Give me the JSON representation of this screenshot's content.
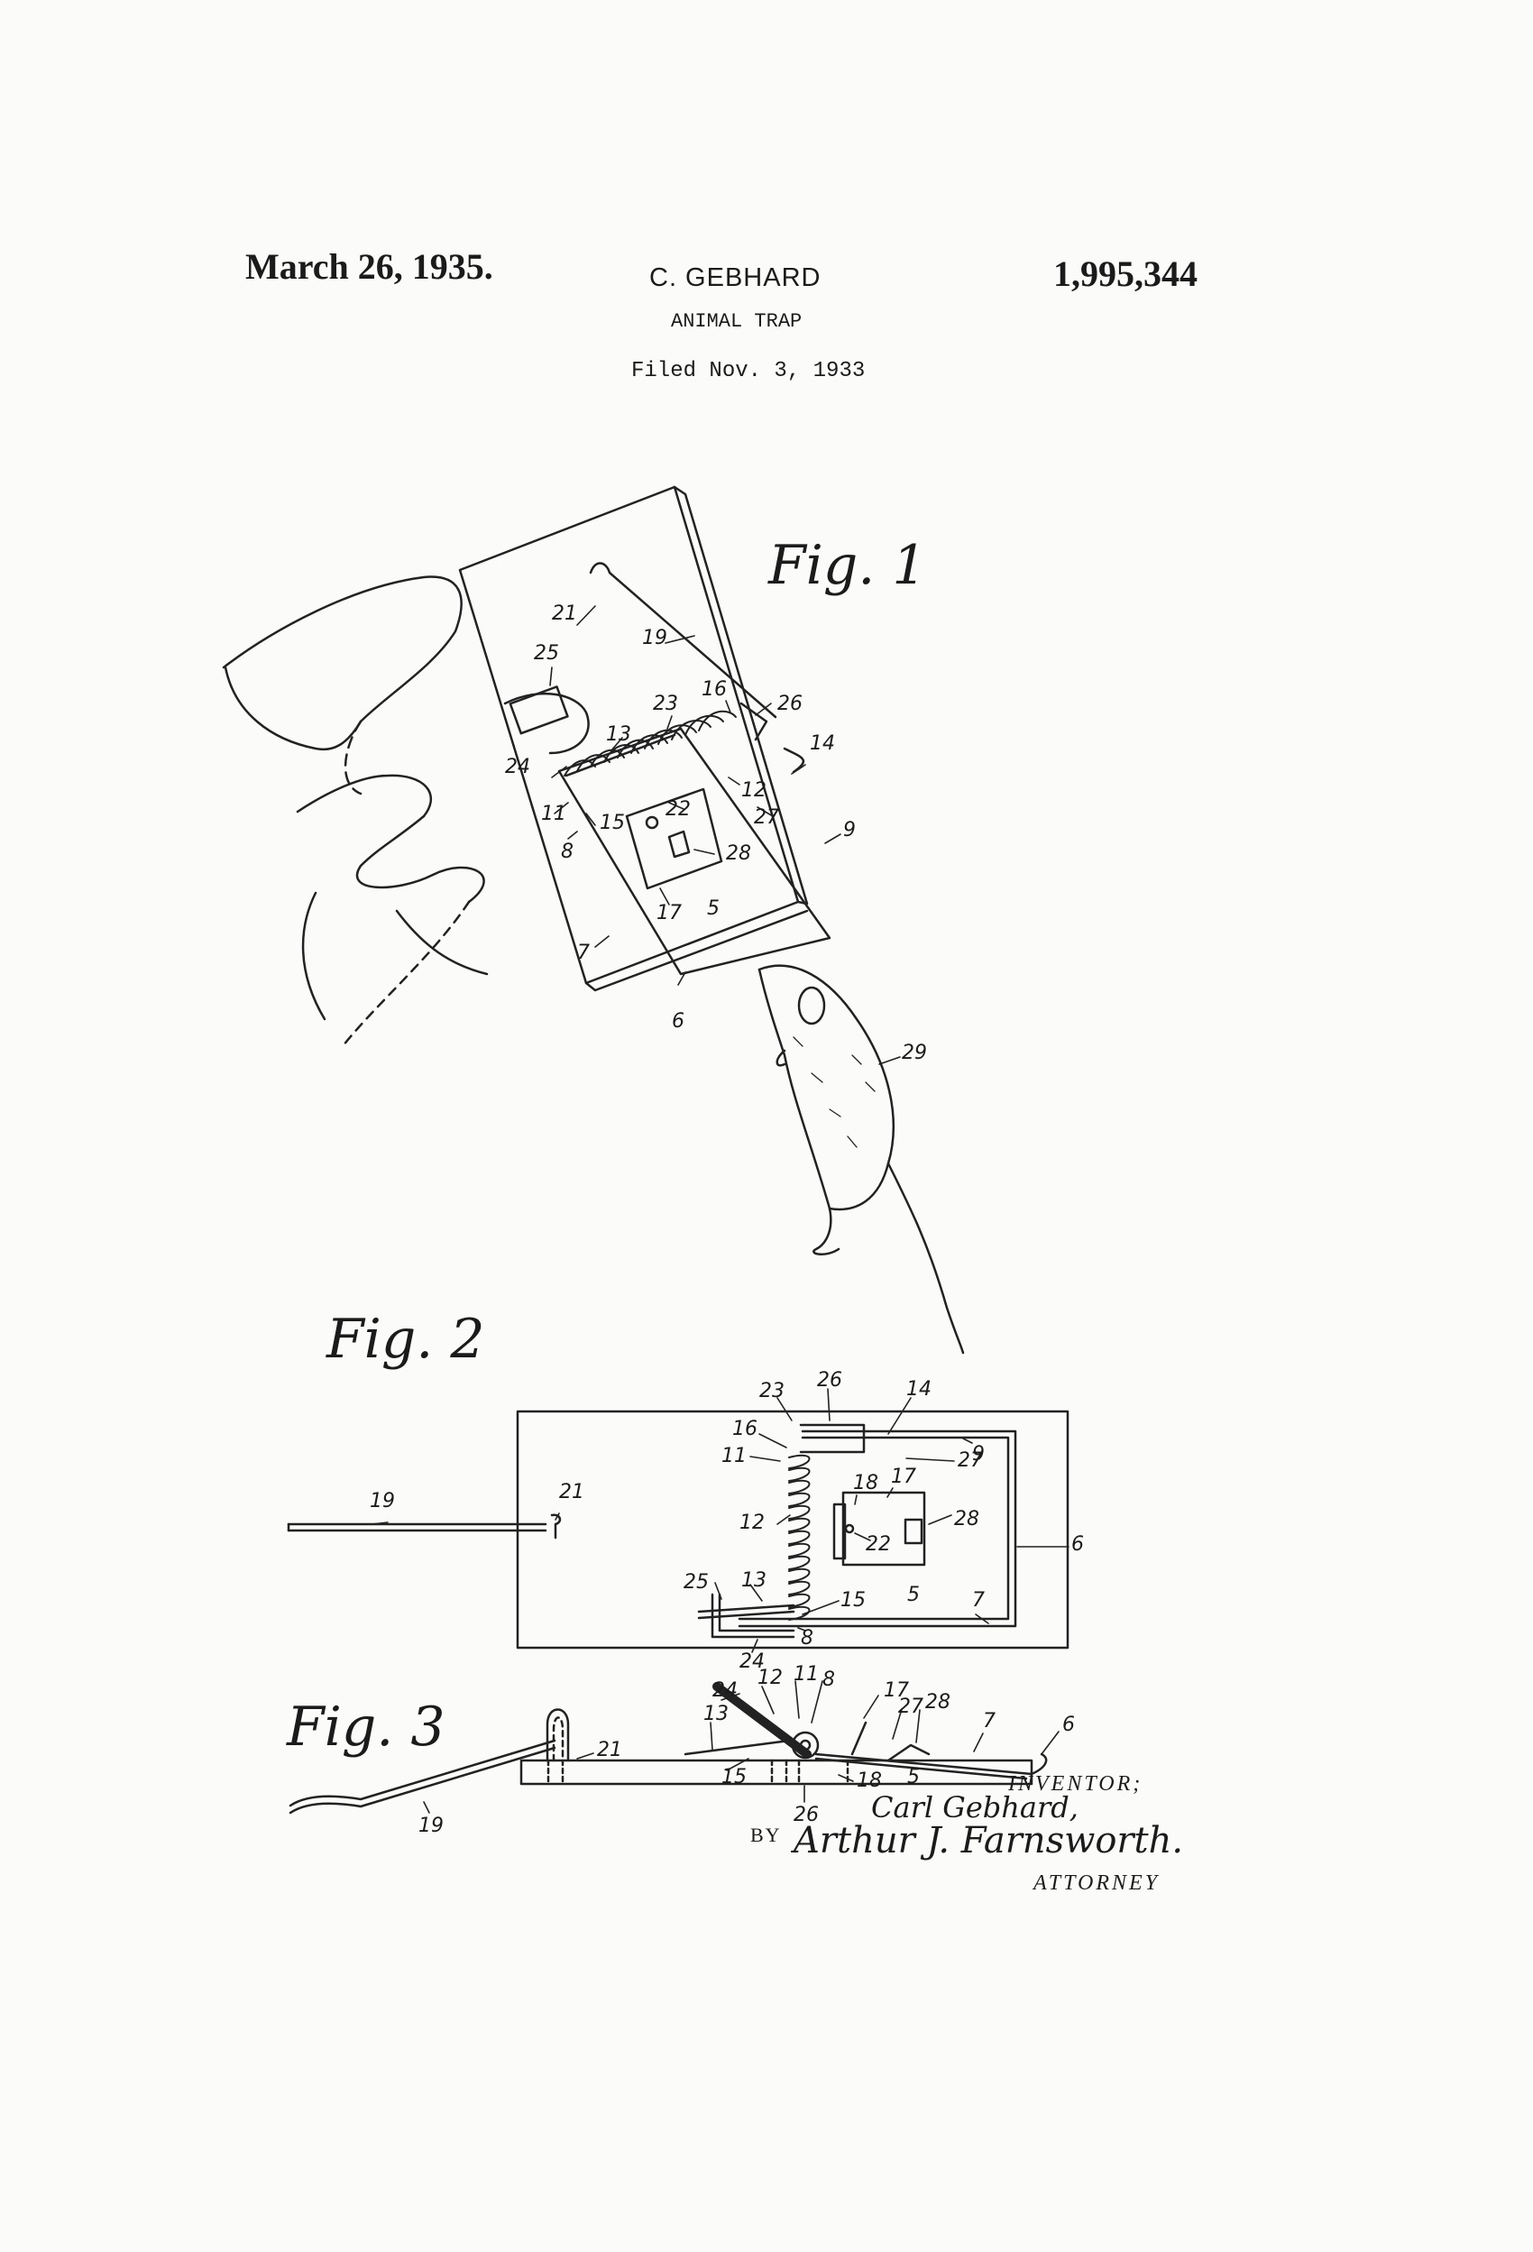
{
  "header": {
    "date": "March 26, 1935.",
    "inventor": "C. GEBHARD",
    "patent_number": "1,995,344",
    "title": "ANIMAL TRAP",
    "filed": "Filed Nov. 3, 1933"
  },
  "figures": {
    "fig1": "Fig. 1",
    "fig2": "Fig. 2",
    "fig3": "Fig. 3"
  },
  "fig1_refs": [
    "21",
    "19",
    "25",
    "23",
    "16",
    "26",
    "13",
    "14",
    "24",
    "12",
    "11",
    "15",
    "22",
    "27",
    "9",
    "8",
    "28",
    "17",
    "5",
    "7",
    "6",
    "29"
  ],
  "fig2_refs": [
    "23",
    "26",
    "14",
    "16",
    "11",
    "27",
    "9",
    "18",
    "17",
    "19",
    "21",
    "12",
    "22",
    "28",
    "6",
    "25",
    "13",
    "15",
    "5",
    "7",
    "24",
    "8"
  ],
  "fig3_refs": [
    "24",
    "12",
    "11",
    "8",
    "17",
    "27",
    "28",
    "7",
    "6",
    "21",
    "13",
    "15",
    "18",
    "5",
    "26",
    "19"
  ],
  "signature": {
    "inventor_label": "INVENTOR;",
    "inventor_name": "Carl Gebhard,",
    "by": "BY",
    "attorney_name": "Arthur J. Farnsworth.",
    "attorney_label": "ATTORNEY"
  }
}
